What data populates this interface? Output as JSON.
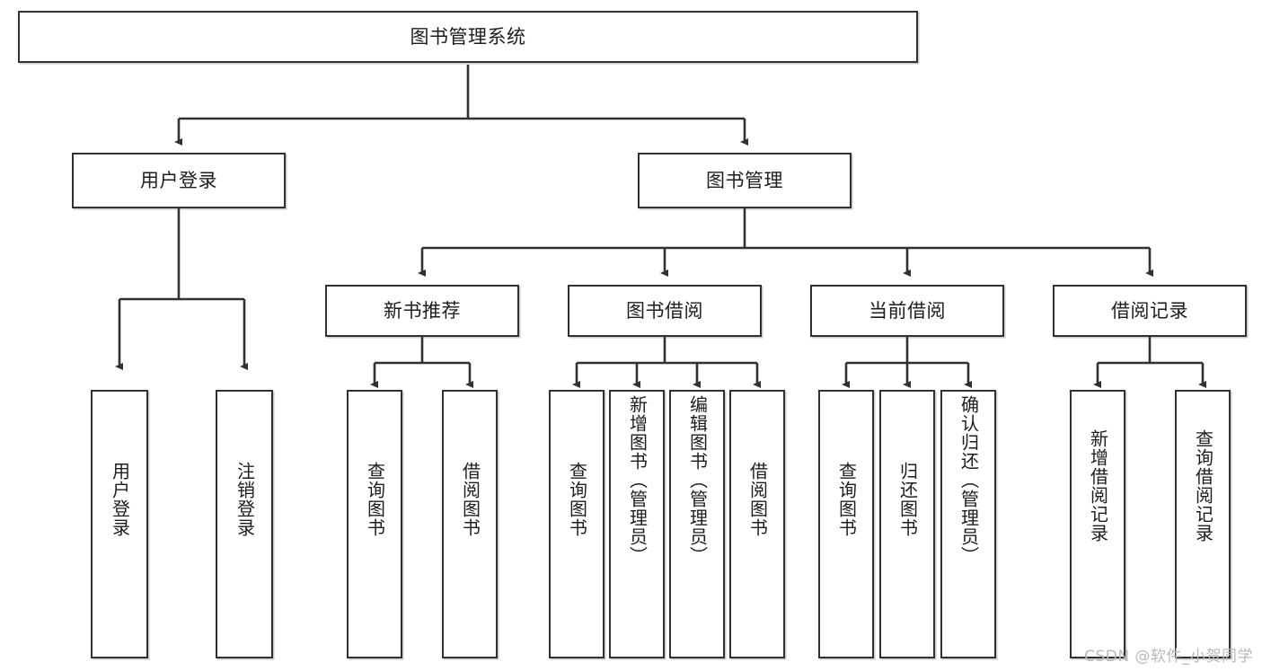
{
  "diagram": {
    "title_node": {
      "label": "图书管理系统"
    },
    "level2": [
      {
        "label": "用户登录"
      },
      {
        "label": "图书管理"
      }
    ],
    "level3": [
      {
        "label": "新书推荐"
      },
      {
        "label": "图书借阅"
      },
      {
        "label": "当前借阅"
      },
      {
        "label": "借阅记录"
      }
    ],
    "leaves": {
      "user_login": [
        {
          "label": "用户登录"
        },
        {
          "label": "注销登录"
        }
      ],
      "new_book": [
        {
          "label": "查询图书"
        },
        {
          "label": "借阅图书"
        }
      ],
      "book_borrow": [
        {
          "label": "查询图书"
        },
        {
          "label": "新增图书（管理员）"
        },
        {
          "label": "编辑图书（管理员）"
        },
        {
          "label": "借阅图书"
        }
      ],
      "current_borrow": [
        {
          "label": "查询图书"
        },
        {
          "label": "归还图书"
        },
        {
          "label": "确认归还（管理员）"
        }
      ],
      "borrow_record": [
        {
          "label": "新增借阅记录"
        },
        {
          "label": "查询借阅记录"
        }
      ]
    }
  },
  "watermark": {
    "text": "CSDN @软件_小贺同学"
  },
  "colors": {
    "stroke": "#33312f",
    "text": "#1d1d1d",
    "background": "#ffffff",
    "watermark": "#b9b9b9"
  }
}
